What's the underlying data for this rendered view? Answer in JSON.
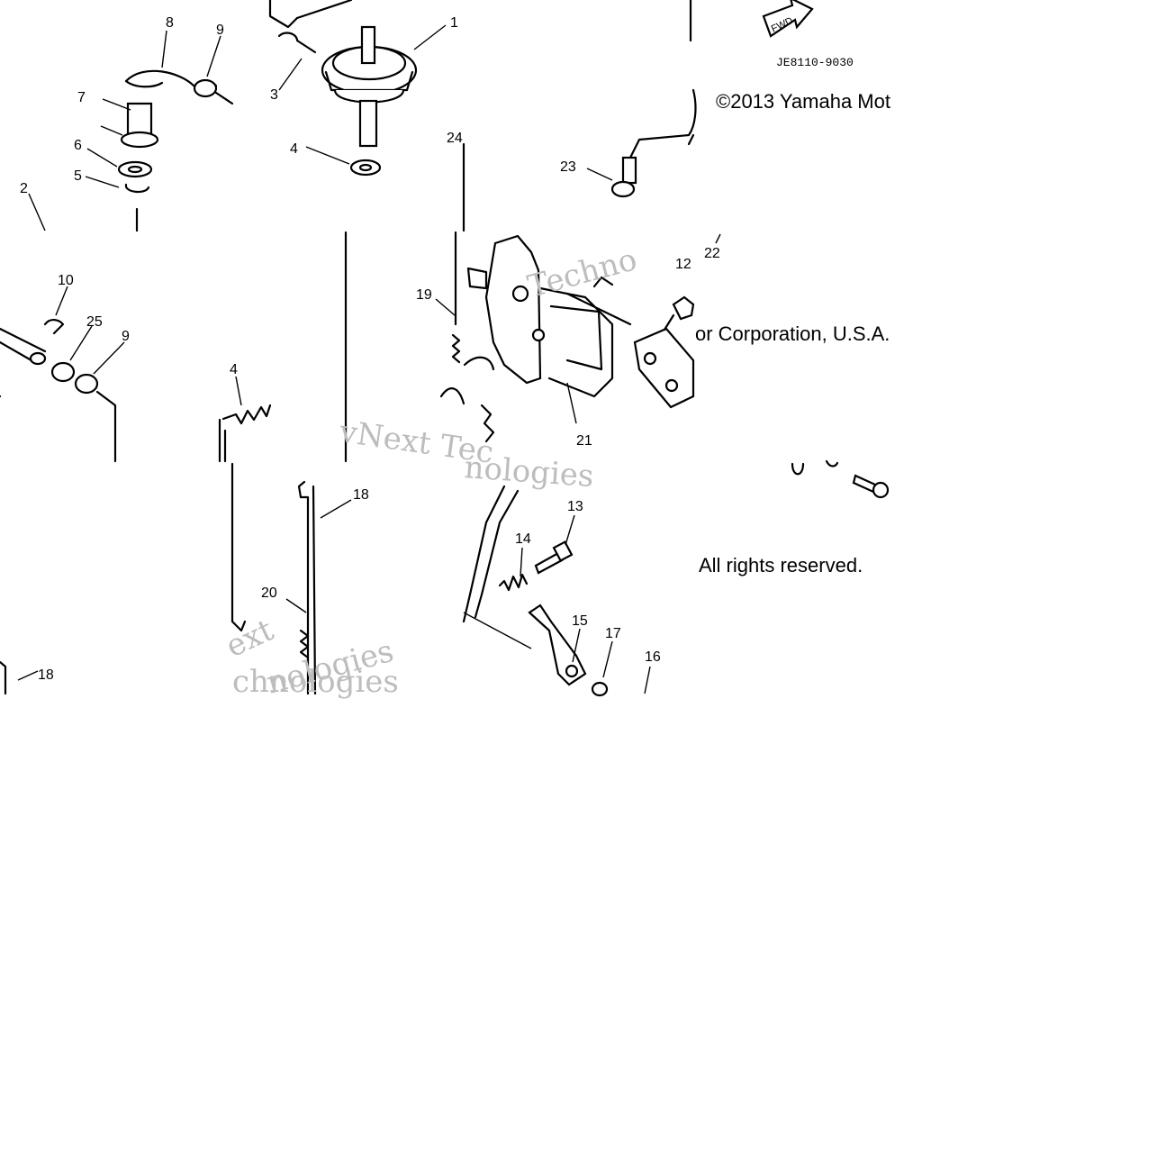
{
  "diagram": {
    "code": "JE8110-9030",
    "fwd_label": "FWD",
    "copyright_line1": "©2013 Yamaha Mot",
    "copyright_line2": "or Corporation, U.S.A.",
    "copyright_line3": "All rights reserved.",
    "watermark": {
      "t1": "vNext Tec",
      "t2": "Techno",
      "t3": "nologies",
      "t4": "ext",
      "t5": "nologies",
      "t6": "chnologies"
    },
    "callouts": [
      "1",
      "2",
      "3",
      "4",
      "4",
      "5",
      "6",
      "7",
      "8",
      "9",
      "9",
      "10",
      "12",
      "13",
      "14",
      "15",
      "16",
      "17",
      "18",
      "18",
      "19",
      "20",
      "21",
      "22",
      "23",
      "24",
      "25"
    ]
  }
}
